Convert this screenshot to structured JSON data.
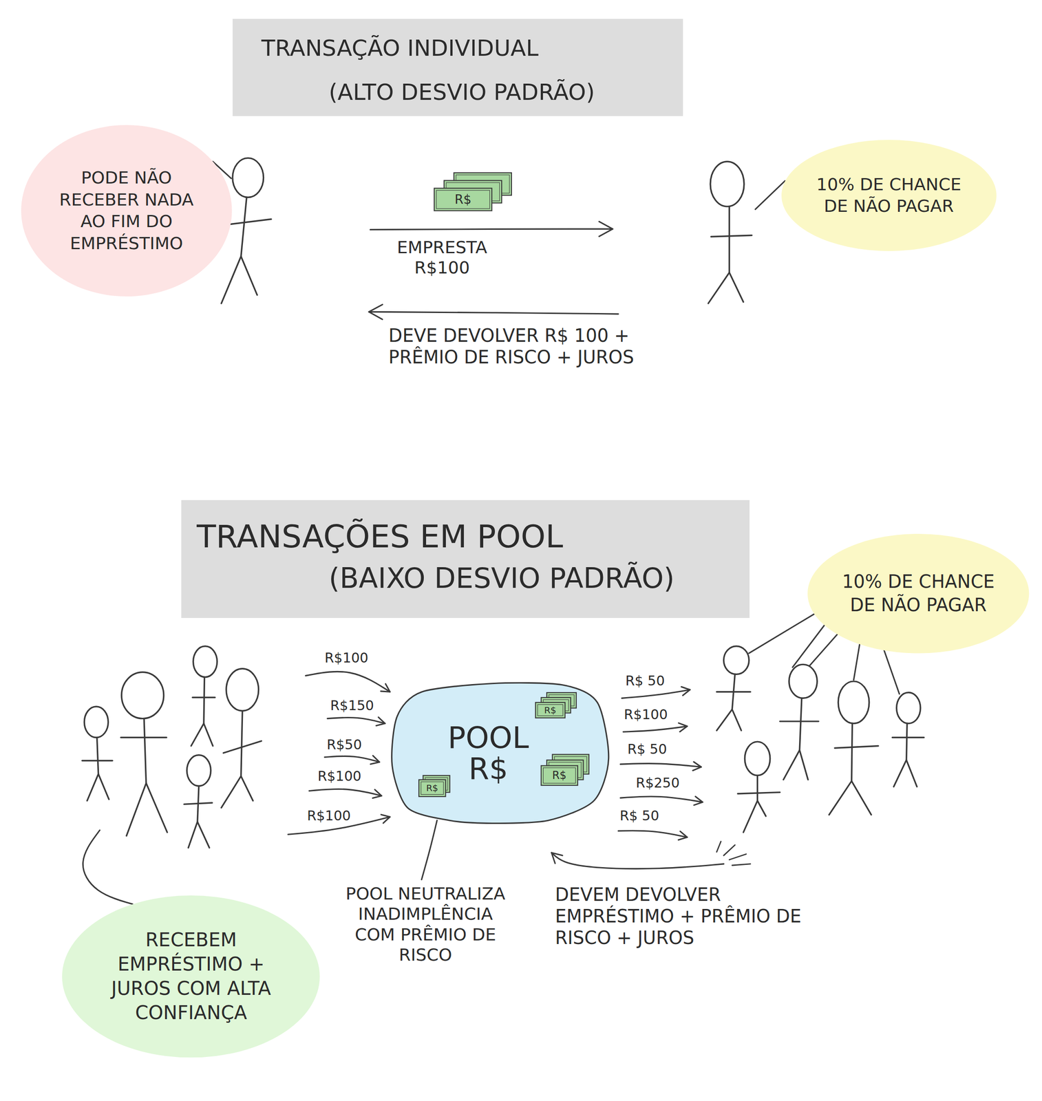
{
  "diagram": {
    "nodes": [
      {
        "text": [
          "TRANSAÇÃO INDIVIDUAL",
          "(ALTO DESVIO PADRÃO)"
        ]
      },
      {
        "text": [
          "PODE NÃO RECEBER NADA AO FIM DO EMPRÉSTIMO"
        ]
      },
      {
        "text": [
          "10% DE CHANCE DE NÃO PAGAR"
        ]
      },
      {
        "text": [
          "TRANSAÇÕES EM POOL",
          "(BAIXO DESVIO PADRÃO)"
        ]
      },
      {
        "text": [
          "10% DE CHANCE DE NÃO PAGAR"
        ]
      },
      {
        "text": [
          "POOL R$"
        ]
      },
      {
        "text": [
          "RECEBEM EMPRÉSTIMO + JUROS COM ALTA CONFIANÇA"
        ]
      }
    ],
    "labels": [
      "R$",
      "EMPRESTA R$100",
      "DEVE DEVOLVER R$ 100 + PRÊMIO DE RISCO + JUROS",
      "R$100",
      "R$150",
      "R$50",
      "R$100",
      "R$100",
      "R$",
      "R$",
      "R$",
      "R$ 50",
      "R$100",
      "R$ 50",
      "R$250",
      "R$ 50",
      "POOL NEUTRALIZA INADIMPLÊNCIA COM PRÊMIO DE RISCO",
      "DEVEM DEVOLVER EMPRÉSTIMO + PRÊMIO DE RISCO + JUROS"
    ]
  }
}
